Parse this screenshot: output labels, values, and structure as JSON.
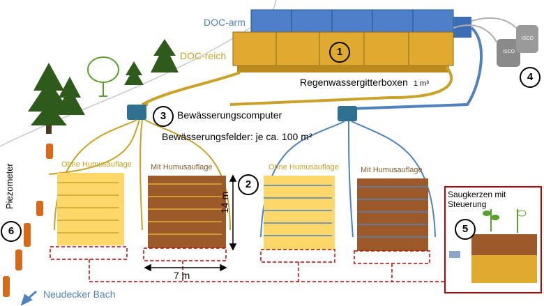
{
  "labels": {
    "doc_arm": "DOC-arm",
    "doc_reich": "DOC-reich",
    "boxes": "Regenwassergitterboxen",
    "boxes_unit": "1 m³",
    "computer": "Bewässerungscomputer",
    "fields": "Bewässerungsfelder: je ca. 100 m²",
    "field_ohne": "Ohne Humusauflage",
    "field_mit": "Mit Humusauflage",
    "width_dim": "7 m",
    "length_dim": "14 m",
    "piezometer": "Piezometer",
    "bach": "Neudecker Bach",
    "saugkerzen": "Saugkerzen mit Steuerung",
    "isco": "ISCO"
  },
  "markers": [
    "1",
    "2",
    "3",
    "4",
    "5",
    "6"
  ],
  "colors": {
    "blue": "#4f81bd",
    "gold": "#c9a227",
    "light_gold": "#fcd86a",
    "soil": "#9c5a2a",
    "red": "#c00000",
    "tree": "#2e5a1c",
    "piezometer": "#d46a1a"
  }
}
